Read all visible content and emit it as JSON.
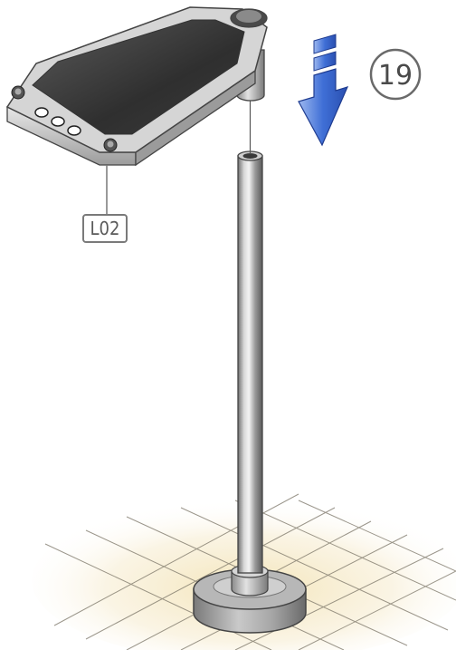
{
  "step": {
    "number": "19"
  },
  "part": {
    "code": "L02"
  },
  "arrow": {
    "direction": "down",
    "color": "#3f6fd6"
  },
  "colors": {
    "metal_light": "#e6e6e6",
    "metal_mid": "#9a9a9a",
    "metal_dark": "#555555",
    "plate_top": "#3c3c3c",
    "floor_glow": "#f3e3b4",
    "floor_grid": "#7a7466"
  },
  "icons": {
    "step_badge": "circle-outline",
    "part_tag": "rounded-rectangle",
    "insert_arrow": "segmented-down-arrow"
  }
}
